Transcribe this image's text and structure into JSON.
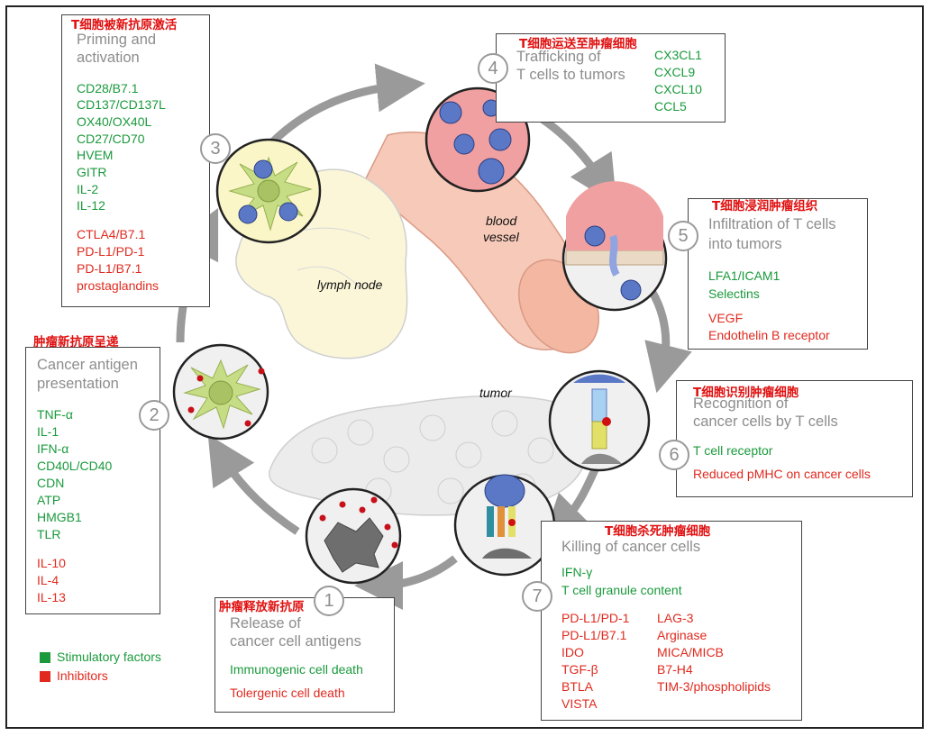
{
  "labels": {
    "blood_vessel_1": "blood",
    "blood_vessel_2": "vessel",
    "lymph_node": "lymph node",
    "tumor": "tumor"
  },
  "legend": {
    "stimulatory": "Stimulatory factors",
    "inhibitors": "Inhibitors",
    "stimulatory_color": "#1a9a3c",
    "inhibitors_color": "#e02a1f"
  },
  "steps": [
    {
      "num": "1",
      "cn": "肿瘤释放新抗原",
      "title": [
        "Release of",
        "cancer cell antigens"
      ],
      "stim": [
        "Immunogenic cell death"
      ],
      "inhib": [
        "Tolergenic cell death"
      ]
    },
    {
      "num": "2",
      "cn": "肿瘤新抗原呈递",
      "title": [
        "Cancer antigen",
        "presentation"
      ],
      "stim": [
        "TNF-α",
        "IL-1",
        "IFN-α",
        "CD40L/CD40",
        "CDN",
        "ATP",
        "HMGB1",
        "TLR"
      ],
      "inhib": [
        "IL-10",
        "IL-4",
        "IL-13"
      ]
    },
    {
      "num": "3",
      "cn": "T细胞被新抗原激活",
      "title": [
        "Priming and",
        "activation"
      ],
      "stim": [
        "CD28/B7.1",
        "CD137/CD137L",
        "OX40/OX40L",
        "CD27/CD70",
        "HVEM",
        "GITR",
        "IL-2",
        "IL-12"
      ],
      "inhib": [
        "CTLA4/B7.1",
        "PD-L1/PD-1",
        "PD-L1/B7.1",
        "prostaglandins"
      ]
    },
    {
      "num": "4",
      "cn": "T细胞运送至肿瘤细胞",
      "title": [
        "Trafficking of",
        "T cells to tumors"
      ],
      "stim": [
        "CX3CL1",
        "CXCL9",
        "CXCL10",
        "CCL5"
      ],
      "inhib": []
    },
    {
      "num": "5",
      "cn": "T细胞浸润肿瘤组织",
      "title": [
        "Infiltration of T cells",
        "into tumors"
      ],
      "stim": [
        "LFA1/ICAM1",
        "Selectins"
      ],
      "inhib": [
        "VEGF",
        "Endothelin B receptor"
      ]
    },
    {
      "num": "6",
      "cn": "T细胞识别肿瘤细胞",
      "title": [
        "Recognition of",
        "cancer cells by T cells"
      ],
      "stim": [
        "T cell receptor"
      ],
      "inhib": [
        "Reduced pMHC on cancer cells"
      ]
    },
    {
      "num": "7",
      "cn": "T细胞杀死肿瘤细胞",
      "title": [
        "Killing of cancer cells"
      ],
      "stim": [
        "IFN-γ",
        "T cell granule content"
      ],
      "inhib": [
        "PD-L1/PD-1",
        "PD-L1/B7.1",
        "IDO",
        "TGF-β",
        "BTLA",
        "VISTA",
        "LAG-3",
        "Arginase",
        "MICA/MICB",
        "B7-H4",
        "TIM-3/phospholipids"
      ]
    }
  ]
}
